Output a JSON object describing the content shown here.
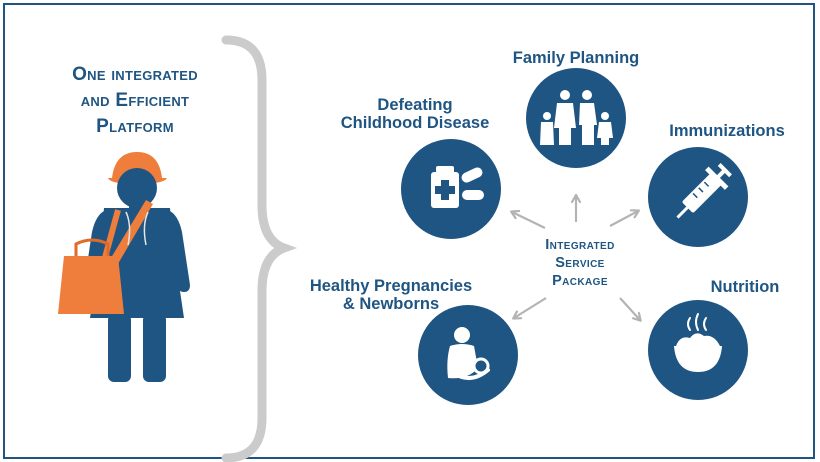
{
  "platform": {
    "title_lines": [
      "One integrated",
      "and Efficient",
      "Platform"
    ]
  },
  "center": {
    "lines": [
      "Integrated",
      "Service",
      "Package"
    ]
  },
  "services": {
    "family_planning": {
      "label": "Family Planning",
      "icon": "family-icon"
    },
    "immunizations": {
      "label": "Immunizations",
      "icon": "syringe-icon"
    },
    "childhood_disease": {
      "label_lines": [
        "Defeating",
        "Childhood Disease"
      ],
      "icon": "medicine-icon"
    },
    "pregnancies": {
      "label_lines": [
        "Healthy Pregnancies",
        "& Newborns"
      ],
      "icon": "mother-baby-icon"
    },
    "nutrition": {
      "label": "Nutrition",
      "icon": "food-bowl-icon"
    }
  },
  "colors": {
    "navy": "#1f5582",
    "orange": "#ef7d3c",
    "brace_gray": "#cbcbcb",
    "arrow_gray": "#b3b3b3"
  }
}
